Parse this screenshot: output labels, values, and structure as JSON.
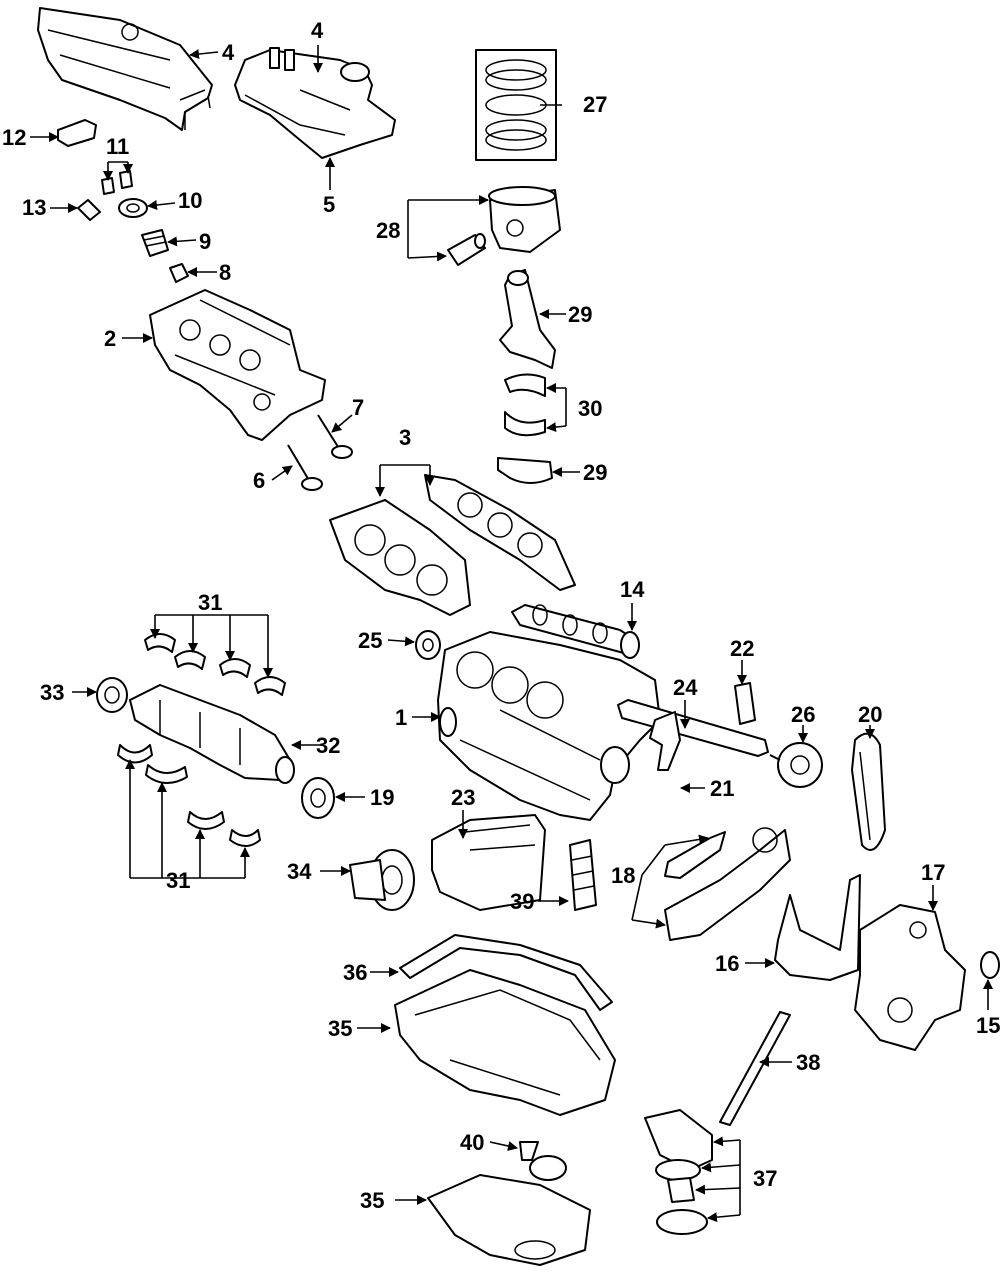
{
  "callouts": {
    "c1": "1",
    "c2": "2",
    "c3": "3",
    "c4a": "4",
    "c4b": "4",
    "c5": "5",
    "c6": "6",
    "c7": "7",
    "c8": "8",
    "c9": "9",
    "c10": "10",
    "c11": "11",
    "c12": "12",
    "c13": "13",
    "c14": "14",
    "c15": "15",
    "c16": "16",
    "c17": "17",
    "c18": "18",
    "c19": "19",
    "c20": "20",
    "c21": "21",
    "c22": "22",
    "c23": "23",
    "c24": "24",
    "c25": "25",
    "c26": "26",
    "c27": "27",
    "c28": "28",
    "c29a": "29",
    "c29b": "29",
    "c30": "30",
    "c31a": "31",
    "c31b": "31",
    "c32": "32",
    "c33": "33",
    "c34": "34",
    "c35a": "35",
    "c35b": "35",
    "c36": "36",
    "c37": "37",
    "c38": "38",
    "c39": "39",
    "c40": "40"
  }
}
